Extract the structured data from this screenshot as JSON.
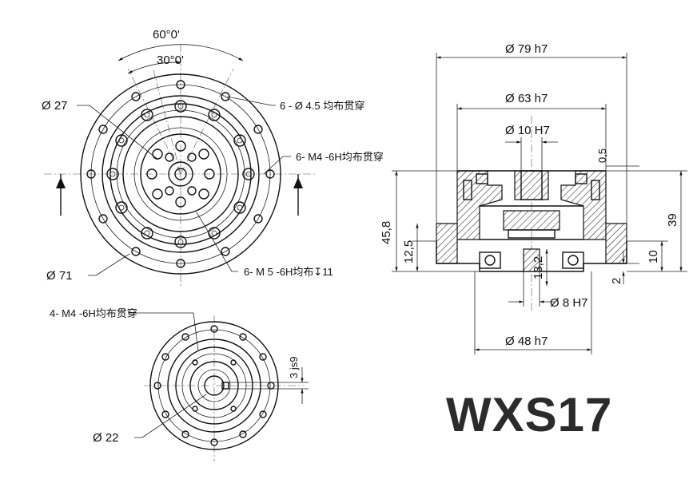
{
  "front_view": {
    "angle_outer": "60°0'",
    "angle_inner": "30°0'",
    "dia_27": "Ø 27",
    "dia_71": "Ø 71",
    "holes_through": "6 - Ø 4.5 均布贯穿",
    "holes_m4": "6- M4 -6H均布贯穿",
    "holes_m5": "6- M 5 -6H均布↧11"
  },
  "section_view": {
    "dia_79": "Ø 79 h7",
    "dia_63": "Ø 63 h7",
    "dia_10": "Ø 10 H7",
    "dim_05": "0,5",
    "dim_458": "45,8",
    "dim_125": "12,5",
    "dim_132": "13,2",
    "dia_8": "Ø 8 H7",
    "dia_48": "Ø 48 h7",
    "dim_39": "39",
    "dim_10": "10",
    "dim_2": "2"
  },
  "rear_view": {
    "holes_m4": "4- M4 -6H均布贯穿",
    "key_3": "3 js9",
    "dia_22": "Ø 22"
  },
  "model_name": "WXS17"
}
